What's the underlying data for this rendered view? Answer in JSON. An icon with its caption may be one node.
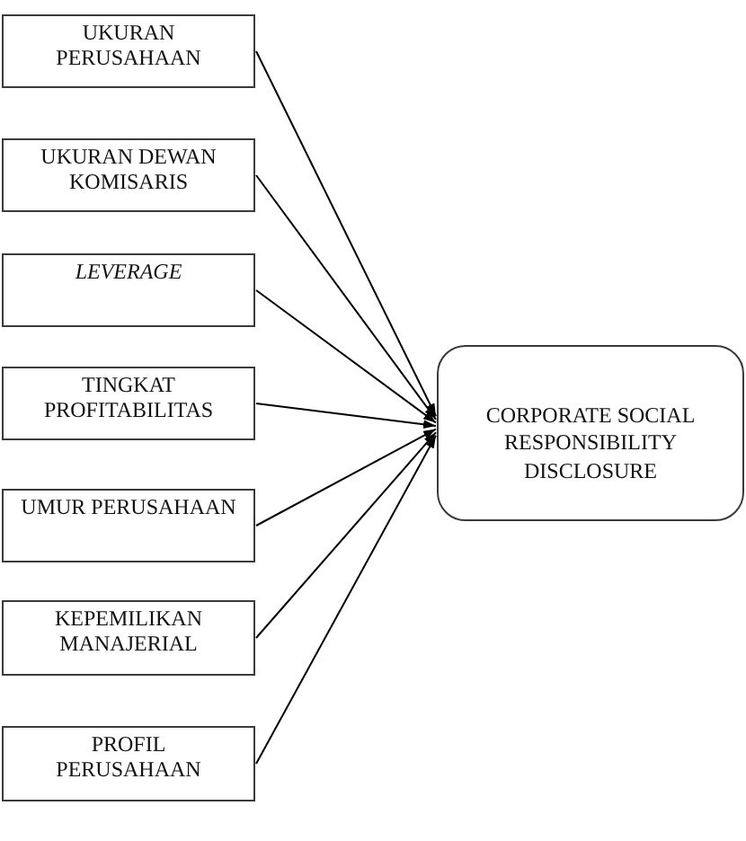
{
  "diagram": {
    "nodes": [
      {
        "text": [
          "UKURAN PERUSAHAAN"
        ]
      },
      {
        "text": [
          "UKURAN DEWAN KOMISARIS"
        ]
      },
      {
        "text": [
          "LEVERAGE"
        ]
      },
      {
        "text": [
          "TINGKAT PROFITABILITAS"
        ]
      },
      {
        "text": [
          "UMUR PERUSAHAAN"
        ]
      },
      {
        "text": [
          "KEPEMILIKAN MANAJERIAL"
        ]
      },
      {
        "text": [
          "PROFIL PERUSAHAAN"
        ]
      },
      {
        "text": [
          "CORPORATE SOCIAL RESPONSIBILITY DISCLOSURE"
        ]
      }
    ],
    "edges": [
      {
        "from": 0,
        "to": 7,
        "arrow": "to"
      },
      {
        "from": 1,
        "to": 7,
        "arrow": "to"
      },
      {
        "from": 2,
        "to": 7,
        "arrow": "to"
      },
      {
        "from": 3,
        "to": 7,
        "arrow": "to"
      },
      {
        "from": 4,
        "to": 7,
        "arrow": "to"
      },
      {
        "from": 5,
        "to": 7,
        "arrow": "to"
      },
      {
        "from": 6,
        "to": 7,
        "arrow": "to"
      }
    ]
  }
}
